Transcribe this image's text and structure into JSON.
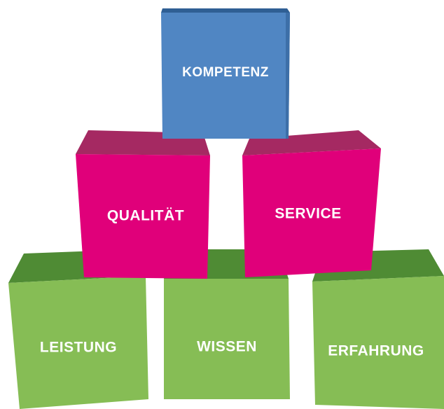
{
  "colors": {
    "blue_front": "#5086c3",
    "blue_top": "#2f5f94",
    "blue_side": "#3d6fa8",
    "magenta_front": "#e0007a",
    "magenta_top": "#a52962",
    "magenta_side": "#c4006b",
    "green_front": "#86bd55",
    "green_top": "#4f8b34",
    "green_side": "#6ea445"
  },
  "cubes": {
    "top": {
      "label": "KOMPETENZ"
    },
    "middle_left": {
      "label": "QUALITÄT"
    },
    "middle_right": {
      "label": "SERVICE"
    },
    "bottom_left": {
      "label": "LEISTUNG"
    },
    "bottom_center": {
      "label": "WISSEN"
    },
    "bottom_right": {
      "label": "ERFAHRUNG"
    }
  }
}
